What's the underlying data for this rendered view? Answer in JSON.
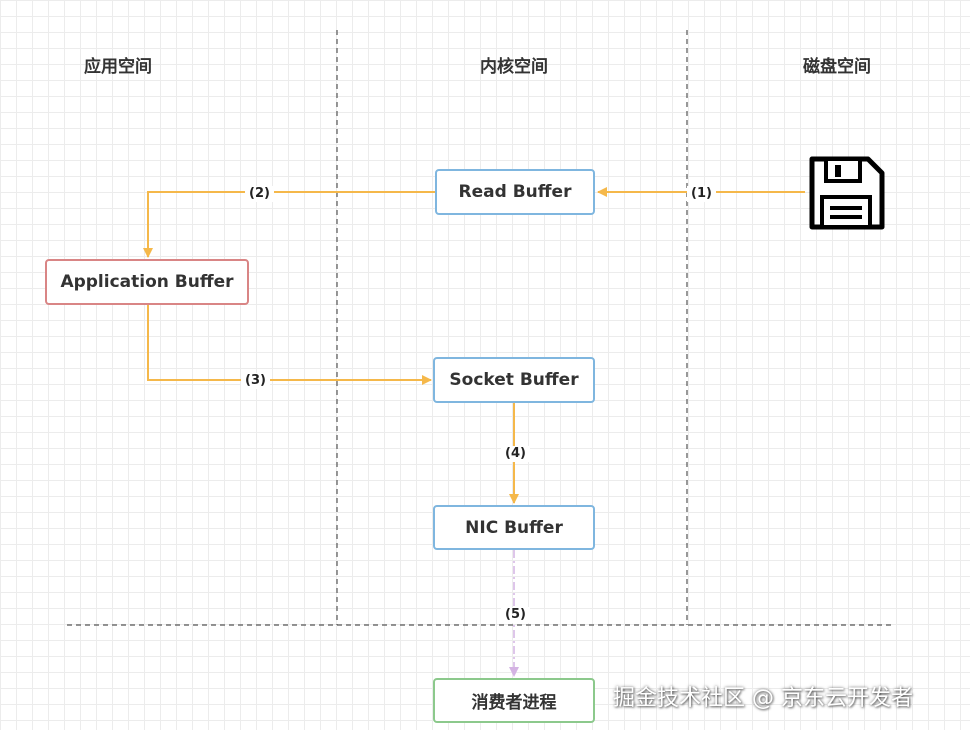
{
  "columns": {
    "app": "应用空间",
    "kernel": "内核空间",
    "disk": "磁盘空间"
  },
  "boxes": {
    "read_buffer": "Read Buffer",
    "application_buffer": "Application Buffer",
    "socket_buffer": "Socket Buffer",
    "nic_buffer": "NIC Buffer",
    "consumer_process": "消费者进程"
  },
  "steps": {
    "s1": "(1)",
    "s2": "(2)",
    "s3": "(3)",
    "s4": "(4)",
    "s5": "(5)"
  },
  "icons": {
    "disk": "floppy-disk-icon"
  },
  "colors": {
    "arrow": "#f5b84a",
    "dashed_arrow": "#d4b3e3",
    "kernel_box_border": "#7fb6df",
    "app_box_border": "#d98585",
    "consumer_box_border": "#8cc98c"
  },
  "watermark": "掘金技术社区 @ 京东云开发者"
}
